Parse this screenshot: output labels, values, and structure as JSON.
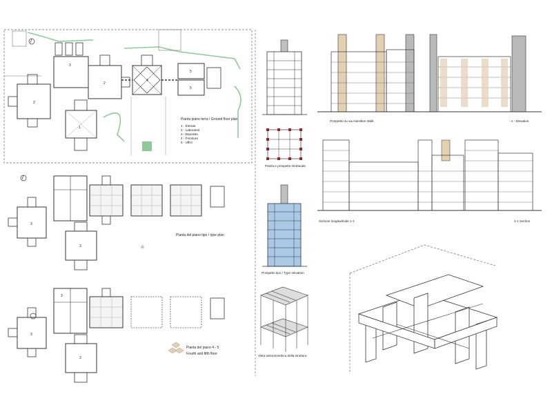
{
  "ground_floor": {
    "title": "Pianta piano terra  /  Ground floor plan",
    "legend": [
      "1 - Entrata",
      "2 - Laboratori",
      "3 - Deposito",
      "4 - Forniture",
      "5 - Uffici"
    ],
    "room_numbers": [
      "1",
      "2",
      "2",
      "3",
      "4",
      "5",
      "5"
    ]
  },
  "type_plan": {
    "title": "Pianta del piano tipo  /  type plan",
    "room_numbers": [
      "3",
      "3"
    ]
  },
  "fourth_fifth": {
    "title": "Pianta del piano  4 - 5",
    "subtitle": "Fourth and fifth floor",
    "room_numbers": [
      "3",
      "3",
      "3"
    ]
  },
  "structural": {
    "caption": "Pianta e prospetto strutturale"
  },
  "type_elevation": {
    "caption": "Prospetto tipo  /  Type elevation"
  },
  "axonometric": {
    "caption": "Vista assonometrica della struttura"
  },
  "elevation_a": {
    "caption_left": "Prospetto su via Hamilton Walk",
    "caption_right": "- A -  Elevation"
  },
  "section_1": {
    "caption_left": "Sezione longitudinale 1-1",
    "caption_right": "1-1  Section"
  },
  "colors": {
    "line": "#333333",
    "green": "#8fc99a",
    "tan": "#e3cfb2",
    "blue": "#a9c9e6",
    "grey_tower": "#b9b9b9",
    "dashed": "#555555",
    "column": "#8a2a2a"
  }
}
